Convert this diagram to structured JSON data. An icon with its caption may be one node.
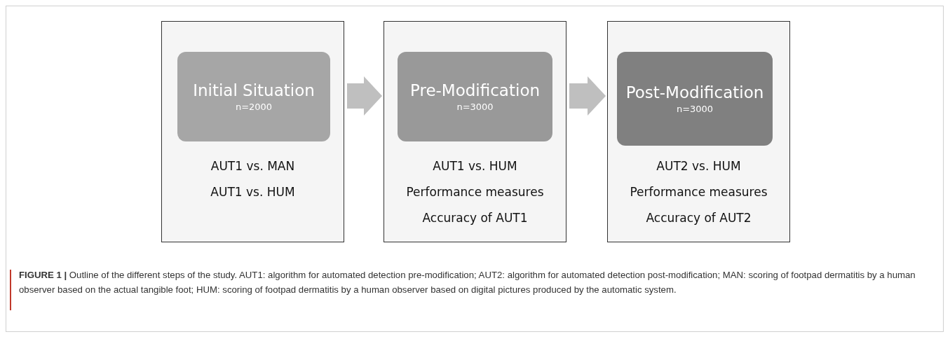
{
  "diagram": {
    "caption": "**FIGURE 1 |** Outline of the different steps of the study. AUT1: algorithm for automated detection pre-modification; AUT2: algorithm for automated detection post-modification; MAN: scoring of footpad dermatitis by a human observer based on the actual tangible foot; HUM: scoring of footpad dermatitis by a human observer based on digital pictures produced by the automatic system.",
    "nodes": [
      {
        "text": [
          "AUT1 vs. MAN",
          "AUT1 vs. HUM"
        ]
      },
      {
        "text": [
          "Initial Situation",
          "n=2000"
        ],
        "in": 0
      },
      {
        "text": [
          "AUT1 vs. HUM",
          "Performance measures",
          "Accuracy of AUT1"
        ]
      },
      {
        "text": [
          "Pre-Modification",
          "n=3000"
        ],
        "in": 2
      },
      {
        "text": [
          "AUT2 vs. HUM",
          "Performance measures",
          "Accuracy of AUT2"
        ]
      },
      {
        "text": [
          "Post-Modification",
          "n=3000"
        ],
        "in": 4
      }
    ],
    "edges": [
      {
        "from": 0,
        "to": 2,
        "arrow": "to"
      },
      {
        "from": 2,
        "to": 4,
        "arrow": "to"
      }
    ]
  }
}
